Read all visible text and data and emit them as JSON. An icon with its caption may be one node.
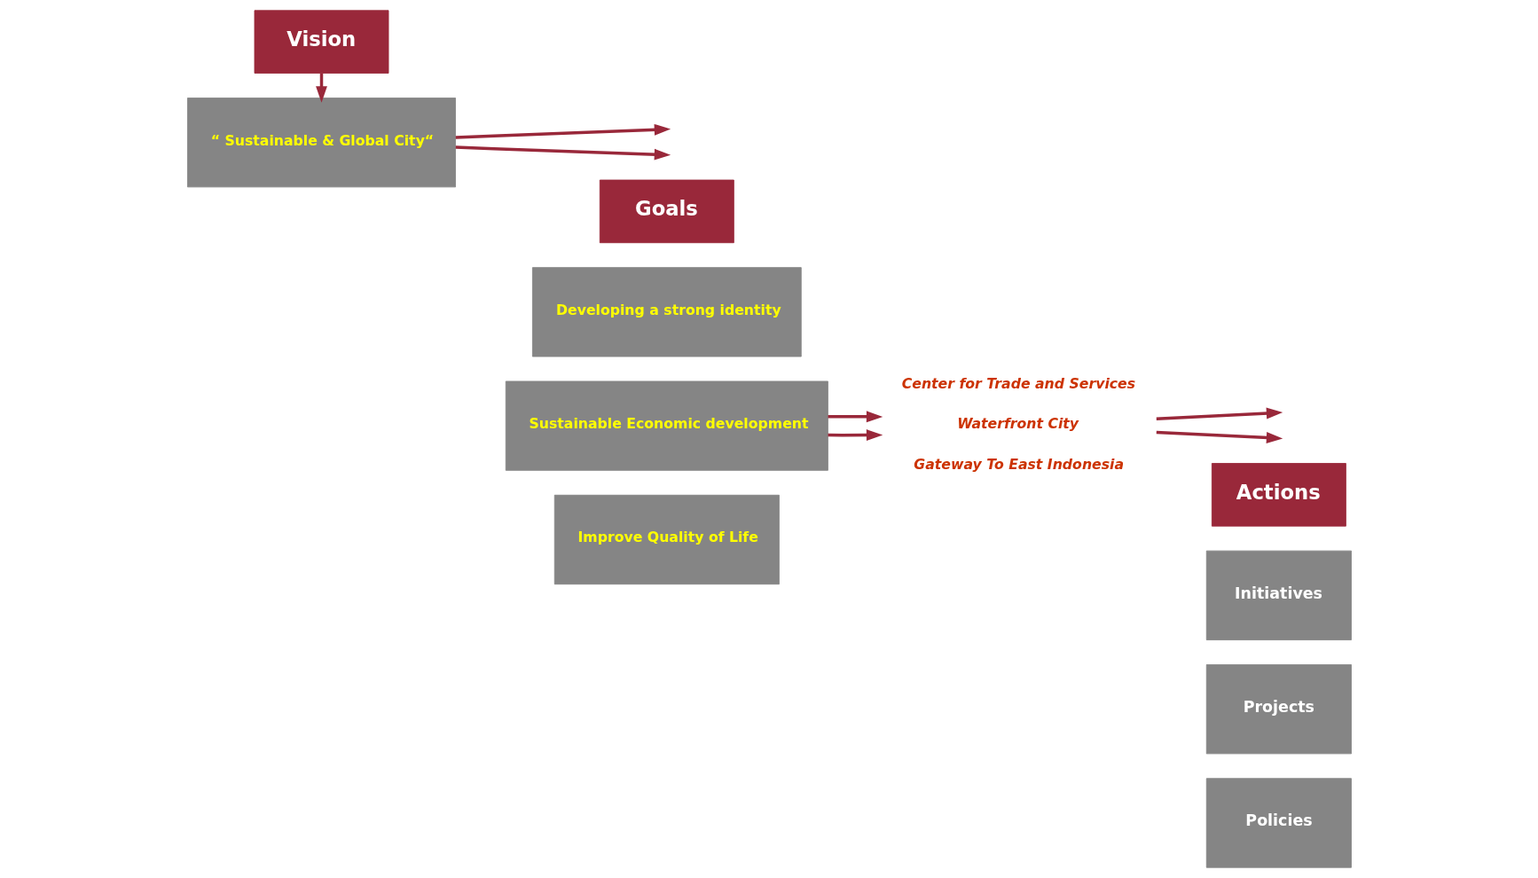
{
  "diagram": {
    "nodes": [
      {
        "text": [
          "Vision"
        ]
      },
      {
        "text": [
          "Goals"
        ]
      },
      {
        "text": [
          "Actions"
        ]
      },
      {
        "text": [
          "“ Sustainable & Global City“"
        ]
      },
      {
        "text": [
          "Developing a strong identity"
        ]
      },
      {
        "text": [
          "Sustainable Economic development"
        ]
      },
      {
        "text": [
          "Improve Quality of Life"
        ]
      },
      {
        "text": [
          "Center for Trade and Services",
          "Waterfront City",
          "Gateway To East Indonesia"
        ]
      },
      {
        "text": [
          "Initiatives"
        ]
      },
      {
        "text": [
          "Projects"
        ]
      },
      {
        "text": [
          "Policies"
        ]
      }
    ],
    "edges": [
      {
        "from": 0,
        "to": 3,
        "arrow": "to"
      },
      {
        "from": 3,
        "to": null,
        "arrow": "to"
      },
      {
        "from": 3,
        "to": null,
        "arrow": "to"
      },
      {
        "from": 5,
        "to": 7,
        "arrow": "to"
      },
      {
        "from": 5,
        "to": 7,
        "arrow": "to"
      },
      {
        "from": 7,
        "to": null,
        "arrow": "to"
      },
      {
        "from": 7,
        "to": null,
        "arrow": "to"
      }
    ]
  }
}
